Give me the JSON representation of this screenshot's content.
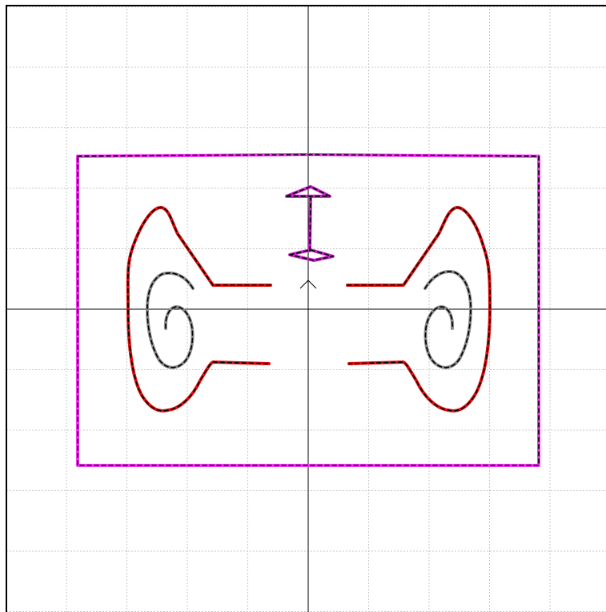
{
  "colors": {
    "background": "#ffffff",
    "grid": "#c8c8c8",
    "axis": "#000000",
    "frame": "#ff33ff",
    "ear_outline": "#e01010",
    "ear_spiral": "#8a8a8a",
    "nose_marker": "#cc22cc",
    "origin_marker": "#000000"
  },
  "shapes": [
    {
      "name": "outer-rectangle",
      "color_key": "frame"
    },
    {
      "name": "left-ear-outline",
      "color_key": "ear_outline"
    },
    {
      "name": "right-ear-outline",
      "color_key": "ear_outline"
    },
    {
      "name": "left-ear-spiral",
      "color_key": "ear_spiral"
    },
    {
      "name": "right-ear-spiral",
      "color_key": "ear_spiral"
    },
    {
      "name": "nose-marker",
      "color_key": "nose_marker"
    }
  ],
  "origin_marker_icon": "caret-up-icon"
}
